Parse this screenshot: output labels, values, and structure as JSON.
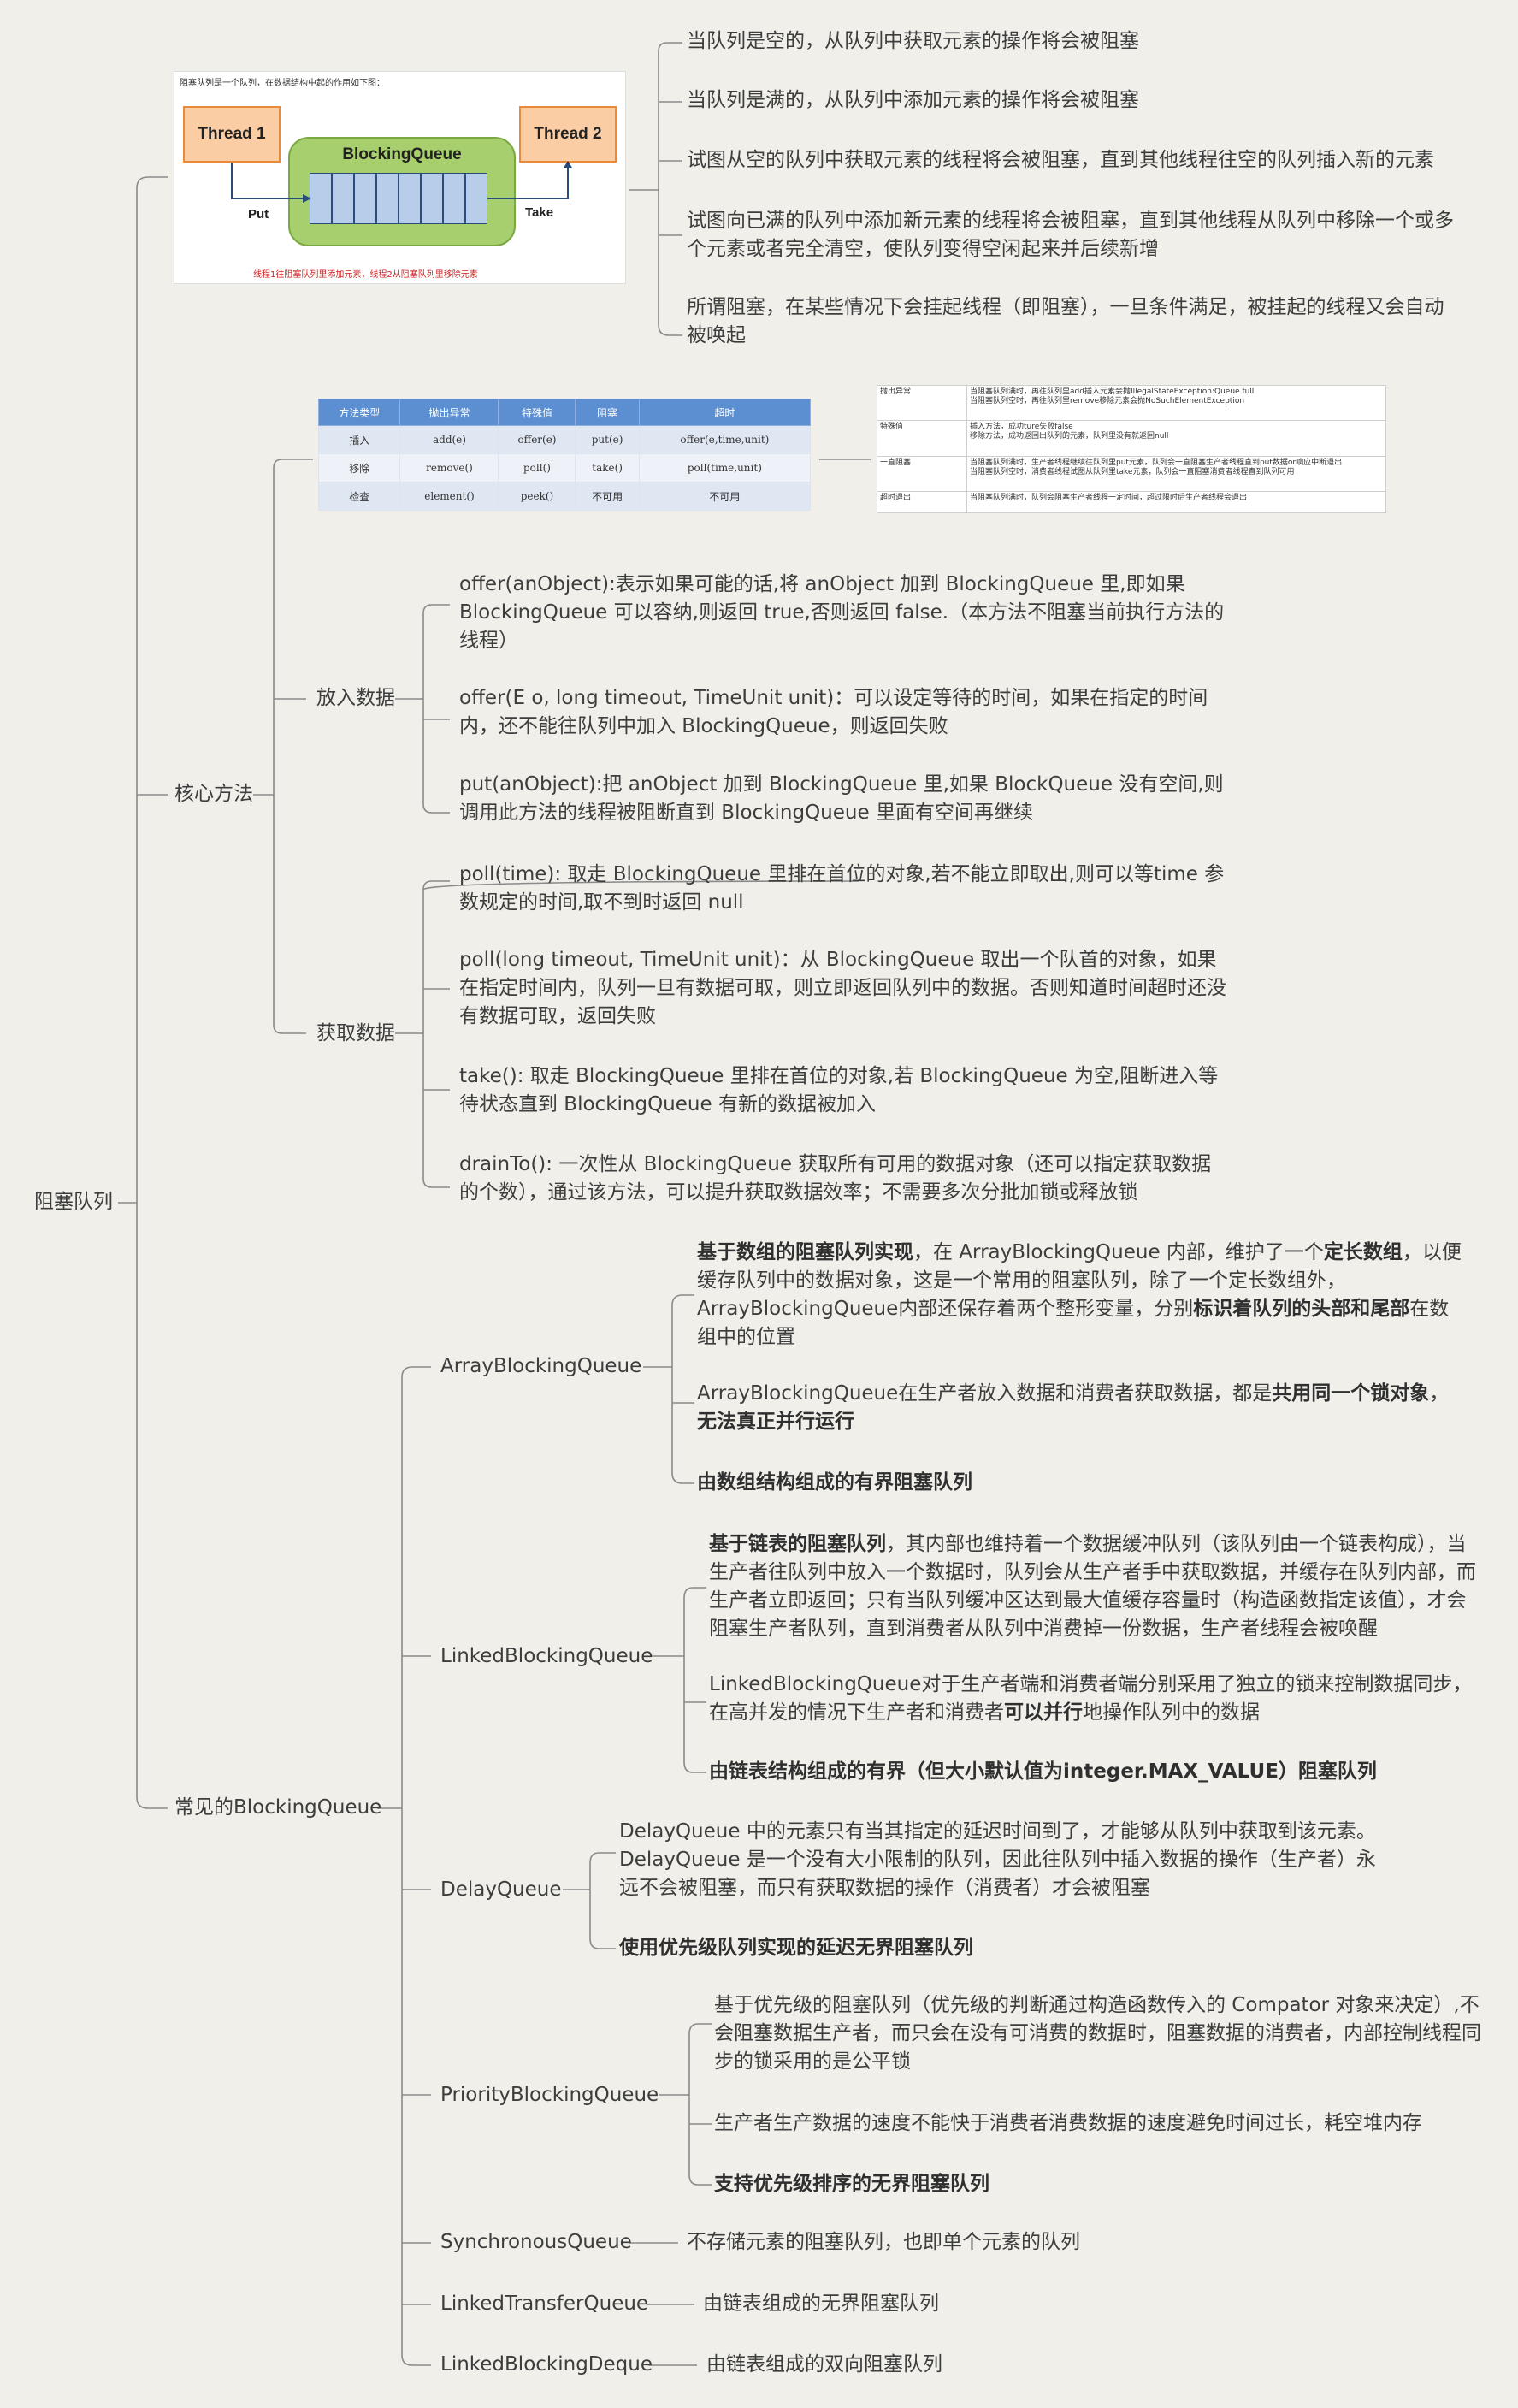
{
  "root": "阻塞队列",
  "branch1": {
    "diagram": {
      "caption": "阻塞队列是一个队列，在数据结构中起的作用如下图：",
      "thread1": "Thread 1",
      "thread2": "Thread 2",
      "queue": "BlockingQueue",
      "put": "Put",
      "take": "Take",
      "footnote": "线程1往阻塞队列里添加元素，线程2从阻塞队列里移除元素"
    },
    "notes": [
      "当队列是空的，从队列中获取元素的操作将会被阻塞",
      "当队列是满的，从队列中添加元素的操作将会被阻塞",
      "试图从空的队列中获取元素的线程将会被阻塞，直到其他线程往空的队列插入新的元素",
      "试图向已满的队列中添加新元素的线程将会被阻塞，直到其他线程从队列中移除一个或多个元素或者完全清空，使队列变得空闲起来并后续新增",
      "所谓阻塞，在某些情况下会挂起线程（即阻塞），一旦条件满足，被挂起的线程又会自动被唤起"
    ]
  },
  "core": {
    "label": "核心方法",
    "method_table": {
      "headers": [
        "方法类型",
        "抛出异常",
        "特殊值",
        "阻塞",
        "超时"
      ],
      "rows": [
        [
          "插入",
          "add(e)",
          "offer(e)",
          "put(e)",
          "offer(e,time,unit)"
        ],
        [
          "移除",
          "remove()",
          "poll()",
          "take()",
          "poll(time,unit)"
        ],
        [
          "检查",
          "element()",
          "peek()",
          "不可用",
          "不可用"
        ]
      ]
    },
    "explain_table": [
      [
        "抛出异常",
        "当阻塞队列满时，再往队列里add插入元素会抛IllegalStateException:Queue full\n当阻塞队列空时，再往队列里remove移除元素会抛NoSuchElementException"
      ],
      [
        "特殊值",
        "插入方法，成功ture失败false\n移除方法，成功返回出队列的元素，队列里没有就返回null"
      ],
      [
        "一直阻塞",
        "当阻塞队列满时，生产者线程继续往队列里put元素，队列会一直阻塞生产者线程直到put数据or响应中断退出\n当阻塞队列空时，消费者线程试图从队列里take元素，队列会一直阻塞消费者线程直到队列可用"
      ],
      [
        "超时退出",
        "当阻塞队列满时，队列会阻塞生产者线程一定时间，超过限时后生产者线程会退出"
      ]
    ],
    "put": {
      "label": "放入数据",
      "items": [
        "offer(anObject):表示如果可能的话,将 anObject 加到 BlockingQueue 里,即如果 BlockingQueue 可以容纳,则返回 true,否则返回 false.（本方法不阻塞当前执行方法的线程）",
        "offer(E o, long timeout, TimeUnit unit)：可以设定等待的时间，如果在指定的时间内，还不能往队列中加入 BlockingQueue，则返回失败",
        "put(anObject):把 anObject 加到 BlockingQueue 里,如果 BlockQueue 没有空间,则调用此方法的线程被阻断直到 BlockingQueue 里面有空间再继续"
      ]
    },
    "get": {
      "label": "获取数据",
      "items": [
        "poll(time): 取走 BlockingQueue 里排在首位的对象,若不能立即取出,则可以等time 参数规定的时间,取不到时返回 null",
        "poll(long timeout, TimeUnit unit)：从 BlockingQueue 取出一个队首的对象，如果在指定时间内，队列一旦有数据可取，则立即返回队列中的数据。否则知道时间超时还没有数据可取，返回失败",
        "take(): 取走 BlockingQueue 里排在首位的对象,若 BlockingQueue 为空,阻断进入等待状态直到 BlockingQueue 有新的数据被加入",
        "drainTo(): 一次性从 BlockingQueue 获取所有可用的数据对象（还可以指定获取数据的个数），通过该方法，可以提升获取数据效率；不需要多次分批加锁或释放锁"
      ]
    }
  },
  "common": {
    "label": "常见的BlockingQueue",
    "abq": {
      "label": "ArrayBlockingQueue",
      "p1": [
        "基于数组的阻塞队列实现",
        "，在 ArrayBlockingQueue 内部，维护了一个",
        "定长数组",
        "，以便缓存队列中的数据对象，这是一个常用的阻塞队列，除了一个定长数组外，ArrayBlockingQueue内部还保存着两个整形变量，分别",
        "标识着队列的头部和尾部",
        "在数组中的位置"
      ],
      "p2": [
        "ArrayBlockingQueue在生产者放入数据和消费者获取数据，都是",
        "共用同一个锁对象",
        "，",
        "无法真正并行运行"
      ],
      "p3": "由数组结构组成的有界阻塞队列"
    },
    "lbq": {
      "label": "LinkedBlockingQueue",
      "p1": [
        "基于链表的阻塞队列",
        "，其内部也维持着一个数据缓冲队列（该队列由一个链表构成），当生产者往队列中放入一个数据时，队列会从生产者手中获取数据，并缓存在队列内部，而生产者立即返回；只有当队列缓冲区达到最大值缓存容量时（构造函数指定该值），才会阻塞生产者队列，直到消费者从队列中消费掉一份数据，生产者线程会被唤醒"
      ],
      "p2": [
        "LinkedBlockingQueue对于生产者端和消费者端分别采用了独立的锁来控制数据同步，在高并发的情况下生产者和消费者",
        "可以并行",
        "地操作队列中的数据"
      ],
      "p3": "由链表结构组成的有界（但大小默认值为integer.MAX_VALUE）阻塞队列"
    },
    "dq": {
      "label": "DelayQueue",
      "p1": "DelayQueue 中的元素只有当其指定的延迟时间到了，才能够从队列中获取到该元素。DelayQueue 是一个没有大小限制的队列，因此往队列中插入数据的操作（生产者）永远不会被阻塞，而只有获取数据的操作（消费者）才会被阻塞",
      "p2": "使用优先级队列实现的延迟无界阻塞队列"
    },
    "pbq": {
      "label": "PriorityBlockingQueue",
      "p1": "基于优先级的阻塞队列（优先级的判断通过构造函数传入的 Compator 对象来决定）,不会阻塞数据生产者，而只会在没有可消费的数据时，阻塞数据的消费者，内部控制线程同步的锁采用的是公平锁",
      "p2": "生产者生产数据的速度不能快于消费者消费数据的速度避免时间过长，耗空堆内存",
      "p3": "支持优先级排序的无界阻塞队列"
    },
    "sq": {
      "label": "SynchronousQueue",
      "desc": "不存储元素的阻塞队列，也即单个元素的队列"
    },
    "ltq": {
      "label": "LinkedTransferQueue",
      "desc": "由链表组成的无界阻塞队列"
    },
    "lbd": {
      "label": "LinkedBlockingDeque",
      "desc": "由链表组成的双向阻塞队列"
    }
  },
  "colors": {
    "background": "#f0efea",
    "line": "#8a8a8a",
    "text": "#3d3d3d"
  }
}
